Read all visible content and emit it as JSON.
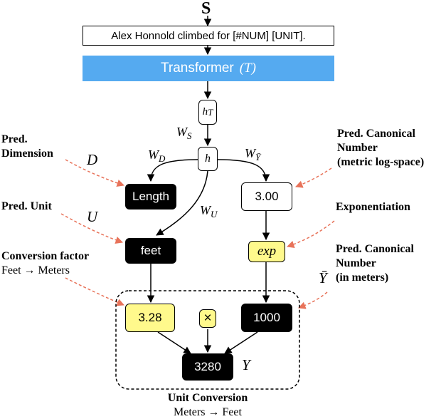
{
  "input": {
    "symbol": "S",
    "sentence": "Alex Honnold climbed for [#NUM] [UNIT]."
  },
  "transformer": {
    "label": "Transformer",
    "symbol": "(T)"
  },
  "hidden": {
    "h_t_base": "h",
    "h_t_sub": "T",
    "h": "h"
  },
  "weights": {
    "w_s_base": "W",
    "w_s_sub": "S",
    "w_d_base": "W",
    "w_d_sub": "D",
    "w_u_base": "W",
    "w_u_sub": "U",
    "w_y_base": "W",
    "w_y_sub": "Ȳ"
  },
  "nodes": {
    "dimension": "Length",
    "unit": "feet",
    "log_value": "3.00",
    "exp": "exp",
    "factor": "3.28",
    "multiply": "×",
    "meters": "1000",
    "result": "3280"
  },
  "symbols": {
    "D": "D",
    "U": "U",
    "Y_bar": "Ȳ",
    "Y": "Y"
  },
  "annotations": {
    "pred_dimension": [
      "Pred.",
      "Dimension"
    ],
    "pred_canonical": [
      "Pred. Canonical",
      "Number",
      "(metric log-space)"
    ],
    "pred_unit": "Pred. Unit",
    "exponentiation": "Exponentiation",
    "conversion_factor": "Conversion factor",
    "conversion_detail": "Feet → Meters",
    "pred_canonical_meters": [
      "Pred. Canonical",
      "Number",
      "(in meters)"
    ],
    "unit_conversion": "Unit Conversion",
    "unit_conversion_detail": "Meters → Feet"
  },
  "colors": {
    "transformer": "#55aaf0",
    "yellow_node": "#fff98c",
    "annotation_arrow": "#e8735a"
  }
}
